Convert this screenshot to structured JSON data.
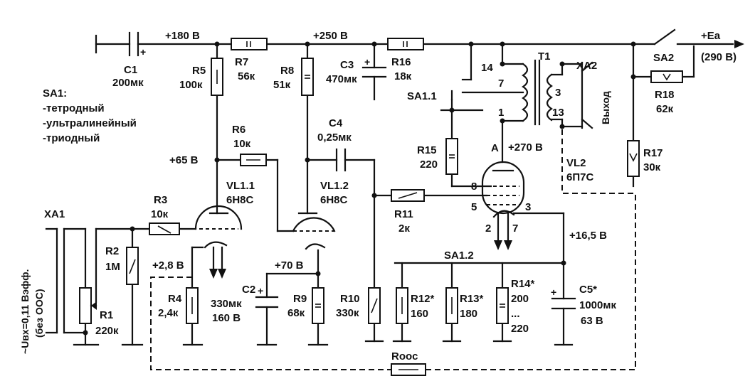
{
  "rails": {
    "v180": "+180 В",
    "v250": "+250 В",
    "ea": "+Ea",
    "ea_value": "(290 В)"
  },
  "nodes": {
    "v65": "+65 В",
    "v28": "+2,8 В",
    "v70": "+70 В",
    "v270": "+270 В",
    "v165": "+16,5 В"
  },
  "components": {
    "c1": {
      "ref": "C1",
      "value": "200мк"
    },
    "r5": {
      "ref": "R5",
      "value": "100к"
    },
    "r7": {
      "ref": "R7",
      "value": "56к"
    },
    "r8": {
      "ref": "R8",
      "value": "51к"
    },
    "c3": {
      "ref": "C3",
      "value": "470мк"
    },
    "r16": {
      "ref": "R16",
      "value": "18к"
    },
    "r6": {
      "ref": "R6",
      "value": "10к"
    },
    "c4": {
      "ref": "C4",
      "value": "0,25мк"
    },
    "r3": {
      "ref": "R3",
      "value": "10к"
    },
    "r2": {
      "ref": "R2",
      "value": "1М"
    },
    "r1": {
      "ref": "R1",
      "value": "220к"
    },
    "r4": {
      "ref": "R4",
      "value": "2,4к"
    },
    "c2": {
      "ref": "C2",
      "value": "330мк",
      "voltage": "160 В"
    },
    "r9": {
      "ref": "R9",
      "value": "68к"
    },
    "r10": {
      "ref": "R10",
      "value": "330к"
    },
    "r11": {
      "ref": "R11",
      "value": "2к"
    },
    "r12": {
      "ref": "R12*",
      "value": "160"
    },
    "r13": {
      "ref": "R13*",
      "value": "180"
    },
    "r14": {
      "ref": "R14*",
      "value1": "200",
      "dots": "...",
      "value2": "220"
    },
    "c5": {
      "ref": "C5*",
      "value": "1000мк",
      "voltage": "63 В"
    },
    "r15": {
      "ref": "R15",
      "value": "220"
    },
    "r17": {
      "ref": "R17",
      "value": "30к"
    },
    "r18": {
      "ref": "R18",
      "value": "62к"
    },
    "rooc": {
      "ref": "Rooc"
    },
    "vl11": {
      "ref": "VL1.1",
      "type": "6Н8С"
    },
    "vl12": {
      "ref": "VL1.2",
      "type": "6Н8С"
    },
    "vl2": {
      "ref": "VL2",
      "type": "6П7С"
    },
    "t1": {
      "ref": "T1"
    },
    "sa11": {
      "ref": "SA1.1"
    },
    "sa12": {
      "ref": "SA1.2"
    },
    "sa2": {
      "ref": "SA2"
    },
    "xa1": {
      "ref": "XA1"
    },
    "xa2": {
      "ref": "XA2"
    }
  },
  "pins": {
    "t14": "14",
    "t7": "7",
    "t1": "1",
    "t3": "3",
    "t13": "13",
    "anode": "А",
    "p8": "8",
    "p5": "5",
    "p3": "3",
    "p2": "2",
    "p7": "7"
  },
  "sa1_legend": {
    "title": "SA1:",
    "modes": [
      "-тетродный",
      "-ультралинейный",
      "-триодный"
    ]
  },
  "labels": {
    "output": "Выход",
    "input_line1": "~Uвх=0,11 Вэфф.",
    "input_line2": "(без ООС)"
  }
}
